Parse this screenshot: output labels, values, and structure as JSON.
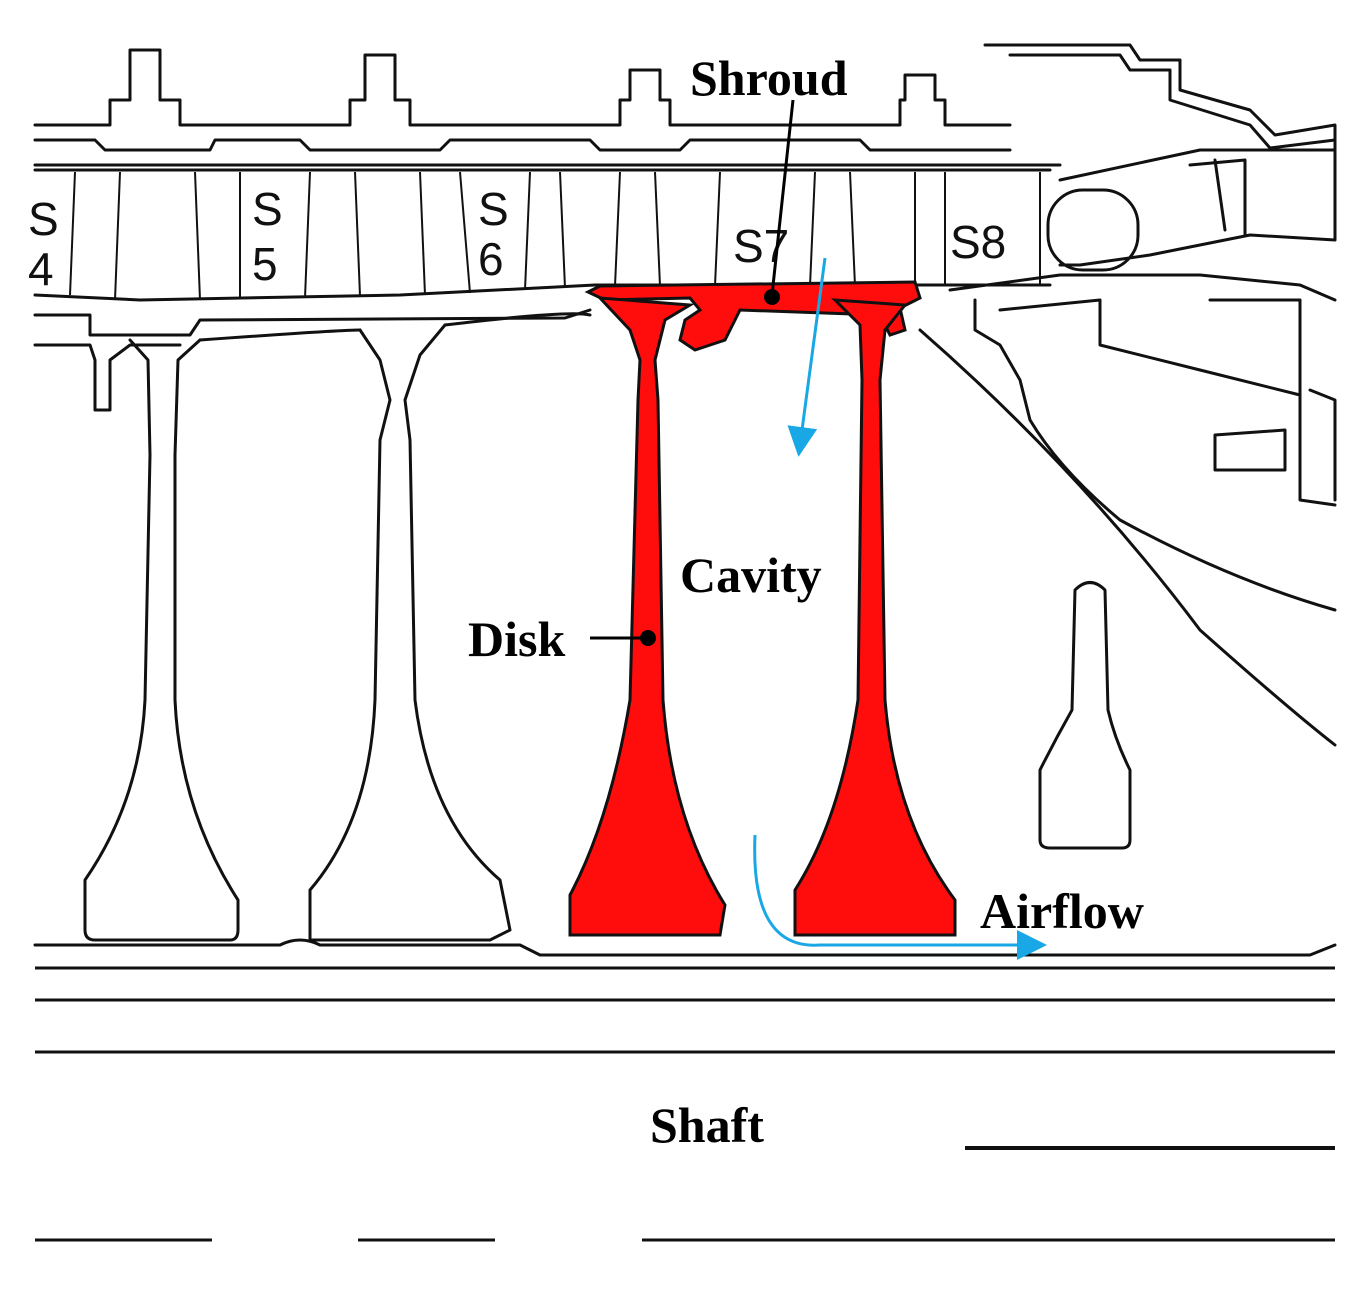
{
  "labels": {
    "shroud": "Shroud",
    "cavity": "Cavity",
    "disk": "Disk",
    "airflow": "Airflow",
    "shaft": "Shaft"
  },
  "stages": {
    "s4": "S\n4",
    "s5": "S\n5",
    "s6": "S\n6",
    "s7": "S7",
    "s8": "S8"
  },
  "colors": {
    "highlight": "#ff0d0d",
    "airflow": "#1aa7e6",
    "line": "#111111"
  }
}
